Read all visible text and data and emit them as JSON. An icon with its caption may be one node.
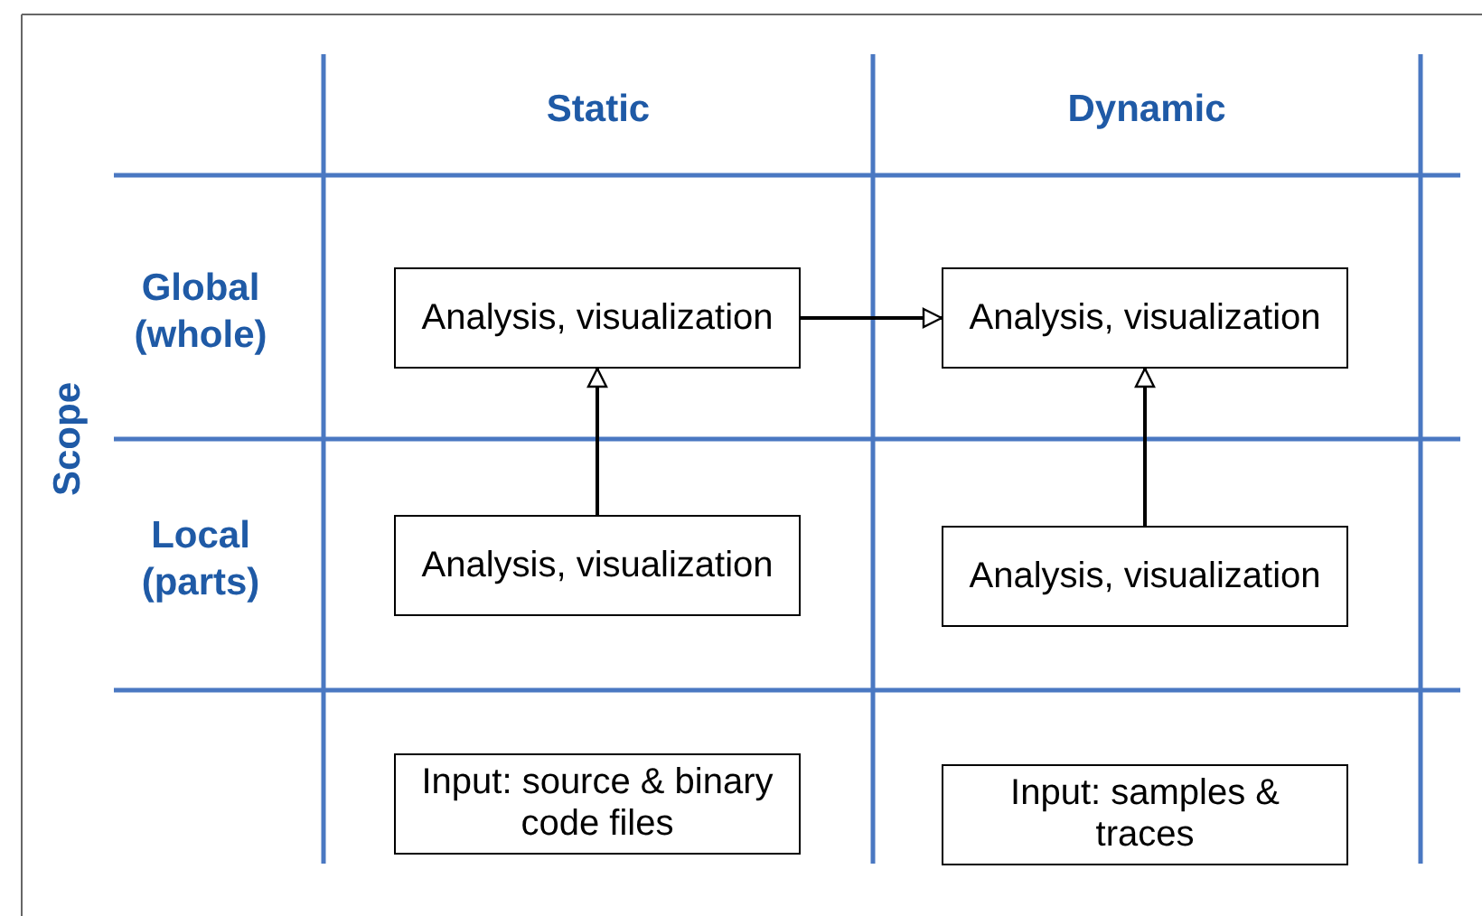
{
  "diagram": {
    "nodes": [
      {
        "text": [
          "Analysis, visualization"
        ]
      },
      {
        "text": [
          "Analysis, visualization"
        ]
      },
      {
        "text": [
          "Analysis, visualization"
        ]
      },
      {
        "text": [
          "Analysis, visualization"
        ]
      },
      {
        "text": [
          "Input: source & binary code files"
        ]
      },
      {
        "text": [
          "Input: samples & traces"
        ]
      }
    ],
    "edges": [
      {
        "from": 0,
        "to": 1,
        "arrow": "to"
      },
      {
        "from": 2,
        "to": 0,
        "arrow": "to"
      },
      {
        "from": 3,
        "to": 1,
        "arrow": "to"
      }
    ],
    "labels": [
      "Static",
      "Dynamic",
      "Global (whole)",
      "Scope",
      "Local (parts)"
    ]
  }
}
